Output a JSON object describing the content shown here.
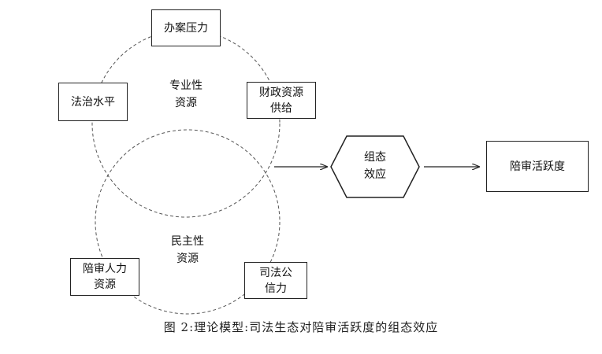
{
  "circles": {
    "professional": {
      "line1": "专业性",
      "line2": "资源"
    },
    "democratic": {
      "line1": "民主性",
      "line2": "资源"
    }
  },
  "factors": {
    "case_pressure": {
      "line1": "办案压力"
    },
    "rule_of_law": {
      "line1": "法治水平"
    },
    "financial": {
      "line1": "财政资源",
      "line2": "供给"
    },
    "juror_human": {
      "line1": "陪审人力",
      "line2": "资源"
    },
    "judicial_credibility": {
      "line1": "司法公",
      "line2": "信力"
    }
  },
  "effect": {
    "line1": "组态",
    "line2": "效应"
  },
  "outcome": {
    "label": "陪审活跃度"
  },
  "caption": "图 2:理论模型:司法生态对陪审活跃度的组态效应"
}
